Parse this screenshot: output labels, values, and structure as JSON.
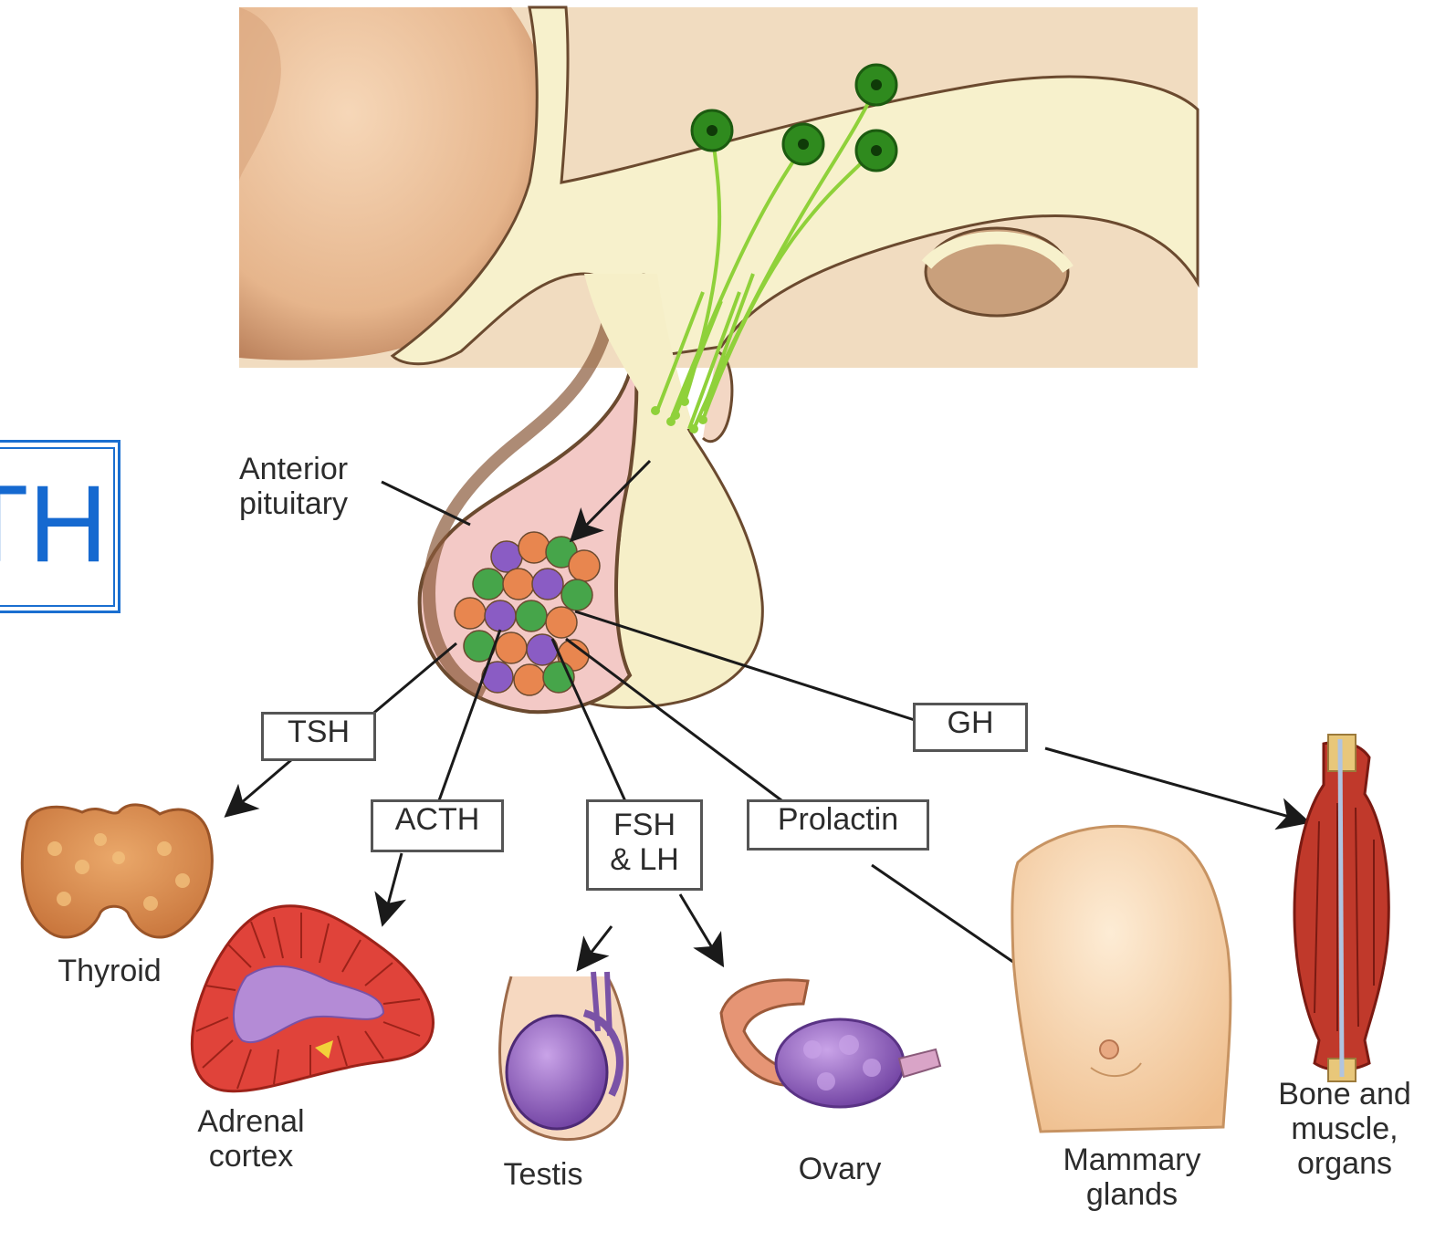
{
  "title": {
    "text": "TH",
    "color": "#1569d0"
  },
  "structure_label": {
    "line1": "Anterior",
    "line2": "pituitary"
  },
  "hormones": {
    "tsh": "TSH",
    "acth": "ACTH",
    "fsh_lh": {
      "line1": "FSH",
      "line2": "& LH"
    },
    "prolactin": "Prolactin",
    "gh": "GH"
  },
  "targets": {
    "thyroid": "Thyroid",
    "adrenal": {
      "line1": "Adrenal",
      "line2": "cortex"
    },
    "testis": "Testis",
    "ovary": "Ovary",
    "mammary": {
      "line1": "Mammary",
      "line2": "glands"
    },
    "bone_muscle": {
      "line1": "Bone and",
      "line2": "muscle,",
      "line3": "organs"
    }
  },
  "colors": {
    "brain": "#f0c9a6",
    "hypothalamus": "#f7f1cc",
    "neurons": "#2f8a1e",
    "axons": "#8fd13a",
    "cell_orange": "#e8864f",
    "cell_green": "#46a54a",
    "cell_purple": "#8a5cc4"
  },
  "arrows": "hormone-to-target"
}
